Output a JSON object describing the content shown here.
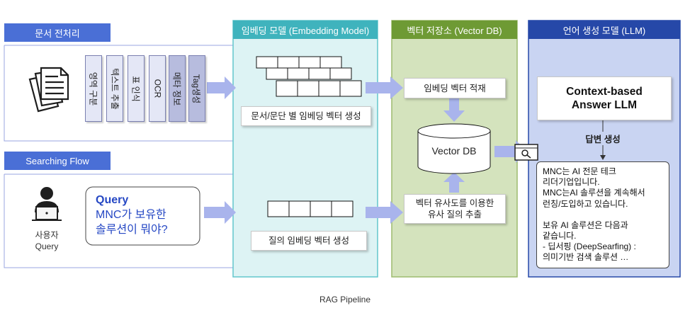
{
  "left": {
    "doc_preprocess_label": "문서 전처리",
    "searching_flow_label": "Searching Flow",
    "tabs": [
      "영역 구분",
      "텍스트 추출",
      "표 인식",
      "OCR",
      "메타 정보",
      "Tag생성"
    ],
    "user_label_line1": "사용자",
    "user_label_line2": "Query",
    "query_title": "Query",
    "query_line1": "MNC가 보유한",
    "query_line2": "솔루션이 뭐야?"
  },
  "embedding": {
    "title": "임베딩 모델 (Embedding Model)",
    "doc_box": "문서/문단 별 임베딩 벡터 생성",
    "query_box": "질의 임베딩 벡터 생성"
  },
  "vectordb": {
    "title": "벡터 저장소 (Vector DB)",
    "store_box": "임베딩 벡터 적재",
    "db_label": "Vector DB",
    "search_line1": "벡터 유사도를 이용한",
    "search_line2": "유사 질의 추출"
  },
  "llm": {
    "title": "언어 생성 모델 (LLM)",
    "box_line1": "Context-based",
    "box_line2": "Answer LLM",
    "generate_label": "답변 생성",
    "answer_lines": [
      "MNC는 AI 전문 테크",
      "리더기업입니다.",
      "MNC는AI 솔루션을 계속해서",
      "런칭/도입하고 있습니다.",
      "",
      "보유 AI 솔루션은 다음과",
      "같습니다.",
      "- 딥서핑 (DeepSearfing) :",
      "의미기반 검색 솔루션 …"
    ]
  },
  "caption": "RAG Pipeline",
  "colors": {
    "header_blue": "#4a6fd6",
    "teal_panel": "#ddf3f4",
    "teal_border": "#62c6cc",
    "teal_header": "#3fb3bd",
    "green_panel": "#d4e3bd",
    "green_border": "#9dbb6e",
    "green_header": "#6e9a34",
    "llm_panel": "#c9d4f2",
    "llm_header": "#2648a8",
    "arrow": "#a9b4ec",
    "tab_light": "#e4e7f6",
    "tab_dark": "#b7bcde"
  }
}
